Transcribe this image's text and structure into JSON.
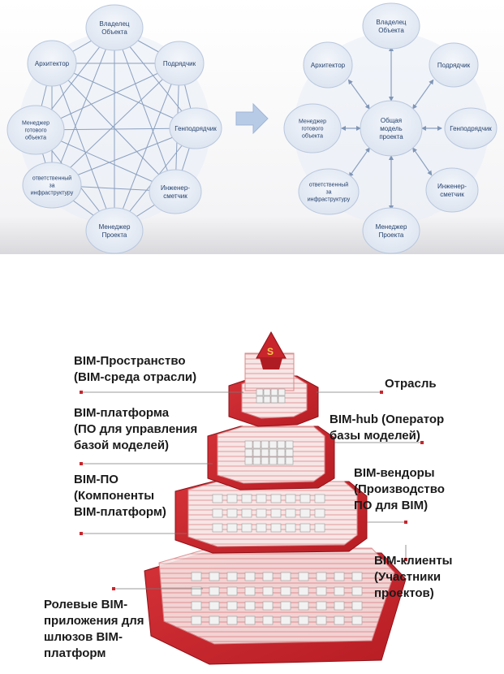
{
  "network_left": {
    "nodes": [
      "Владелец\nОбъекта",
      "Подрядчик",
      "Генподрядчик",
      "Инженер-\nсметчик",
      "Менеджер\nПроекта",
      "ответственный\nза\nинфраструктуру",
      "Менеджер\nготового\nобъекта",
      "Архитектор"
    ]
  },
  "network_right": {
    "center": "Общая\nмодель\nпроекта",
    "nodes": [
      "Владелец\nОбъекта",
      "Подрядчик",
      "Генподрядчик",
      "Инженер-\nсметчик",
      "Менеджер\nПроекта",
      "ответственный\nза\nинфраструктуру",
      "Менеджер\nготового\nобъекта",
      "Архитектор"
    ]
  },
  "pyramid": {
    "left_labels": [
      "BIM-Пространство\n(BIM-среда отрасли)",
      "BIM-платформа\n(ПО для управления\nбазой моделей)",
      "BIM-ПО\n(Компоненты\nBIM-платформ)",
      "Ролевые BIM-\nприложения для\nшлюзов BIM-\nплатформ"
    ],
    "right_labels": [
      "Отрасль",
      "BIM-hub (Оператор\nбазы моделей)",
      "BIM-вендоры\n(Производство\nПО для BIM)",
      "BIM-клиенты\n(Участники\nпроектов)"
    ],
    "colors": {
      "red": "#c8252c",
      "dark_red": "#8e1218",
      "marker": "#c8252c"
    }
  }
}
